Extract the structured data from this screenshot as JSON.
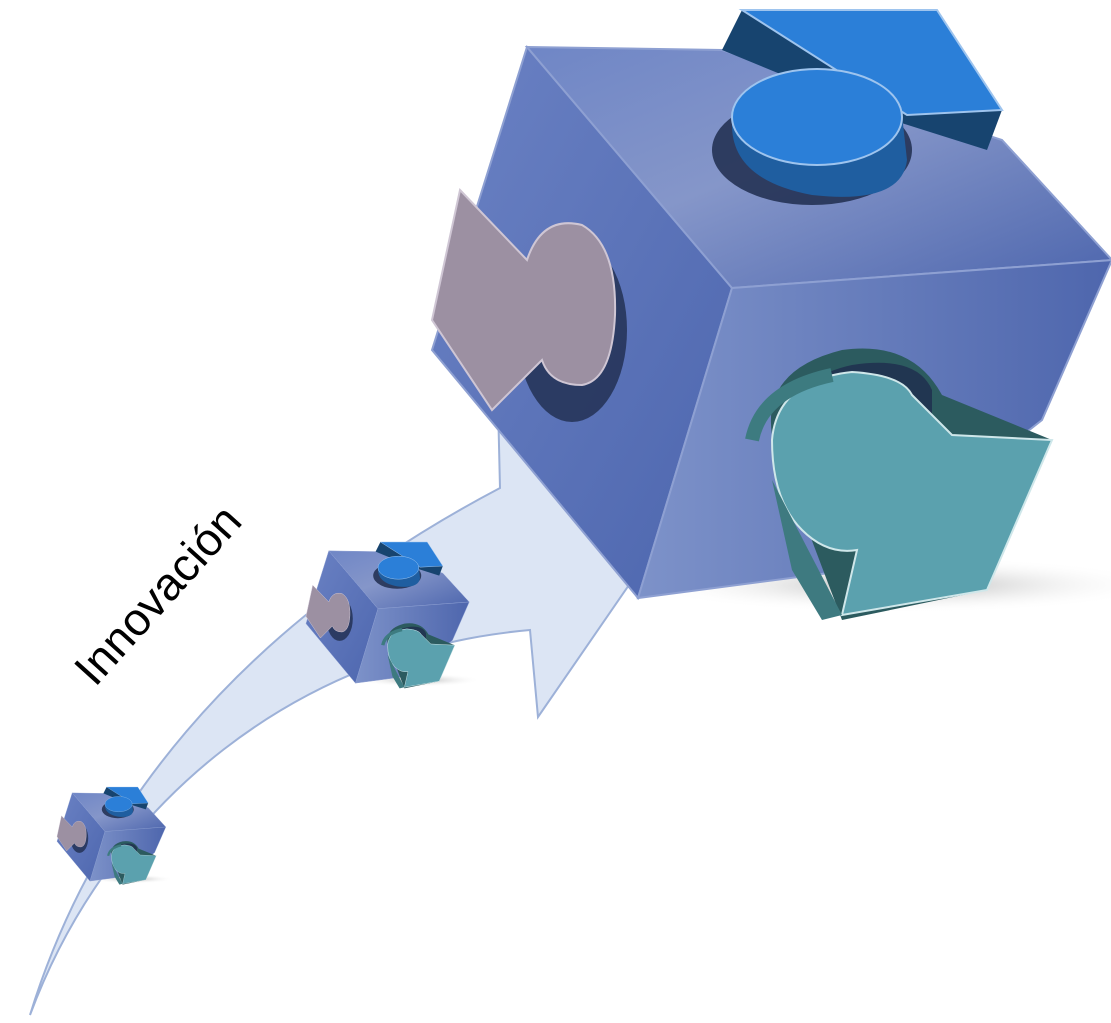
{
  "diagram": {
    "label": "Innovación",
    "colors": {
      "background": "#ffffff",
      "arrow_fill": "#dce5f4",
      "arrow_stroke": "#9db1d8",
      "cube_light": "#7f93c9",
      "cube_mid": "#5f78bd",
      "cube_dark": "#4a62ab",
      "piece_top": "#2b7fd8",
      "piece_top_side": "#1a4f86",
      "piece_left": "#9c90a2",
      "piece_right": "#5ba1ae",
      "piece_right_side": "#2c5b5f",
      "hole": "#1e2c4d",
      "label": "#000000"
    },
    "cubes": [
      {
        "size": "small",
        "icon": "puzzle-cube-icon"
      },
      {
        "size": "medium",
        "icon": "puzzle-cube-icon"
      },
      {
        "size": "large",
        "icon": "puzzle-cube-icon"
      }
    ]
  }
}
